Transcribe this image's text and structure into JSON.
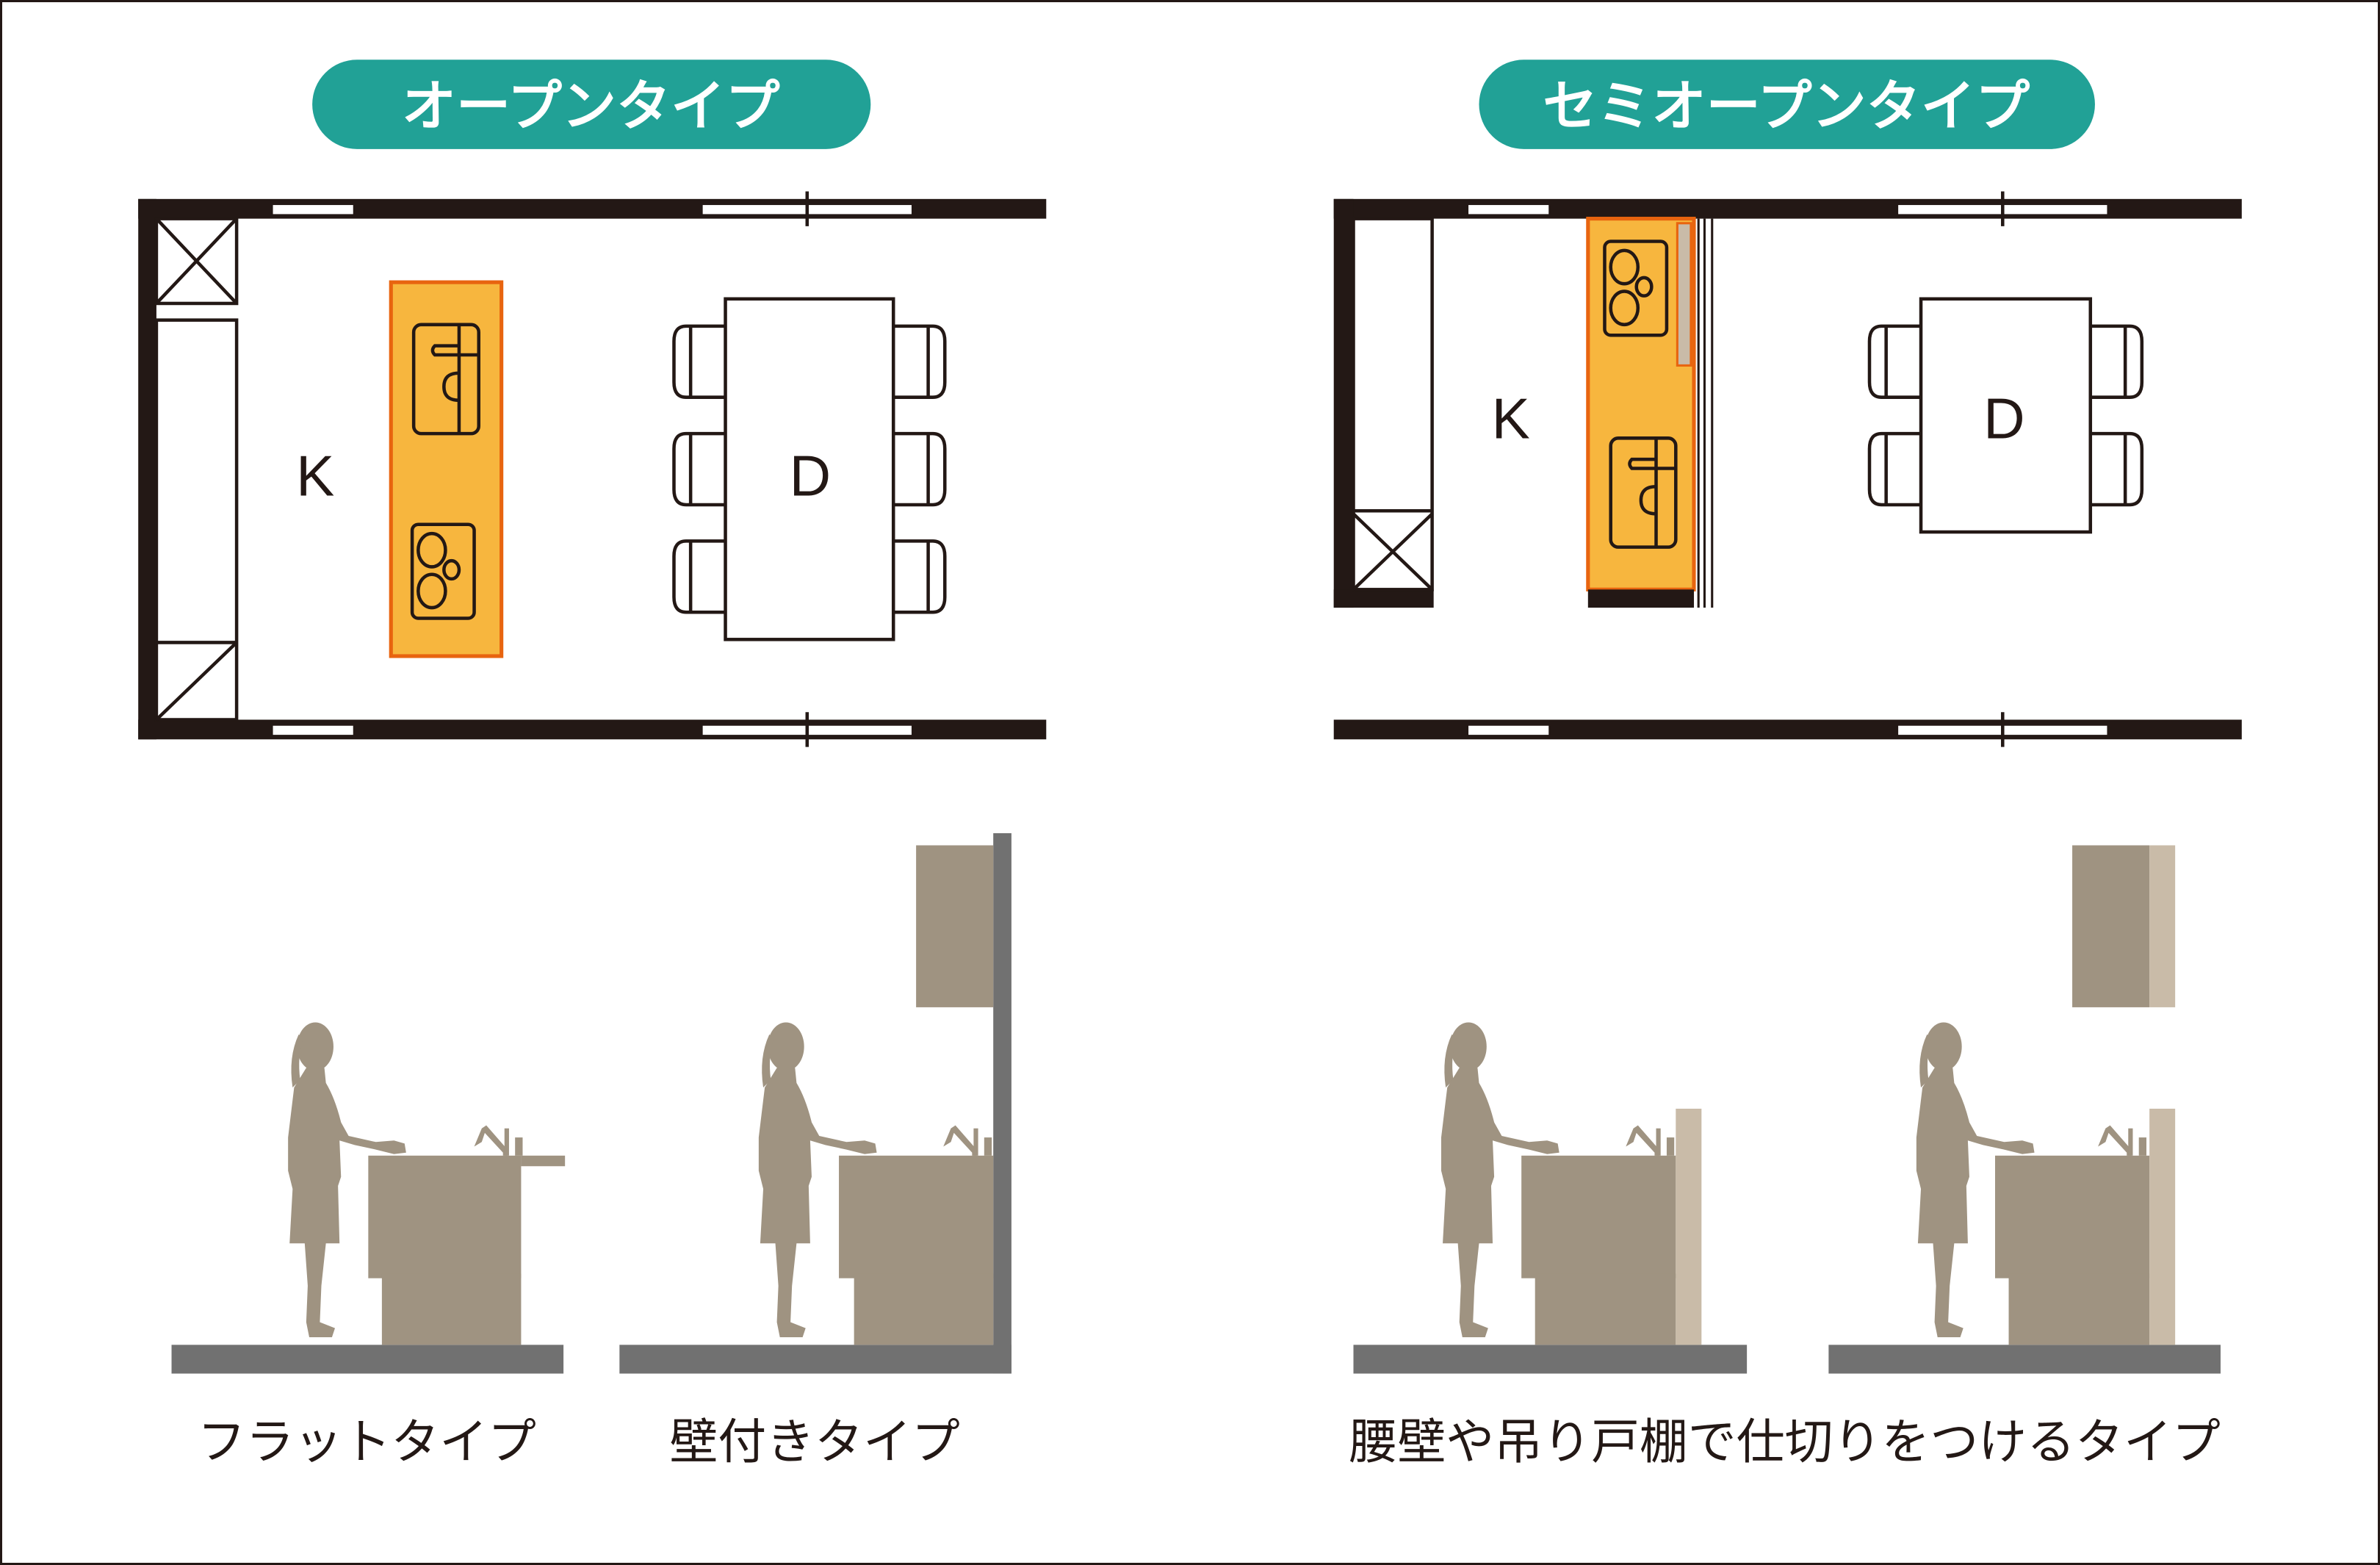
{
  "titles": {
    "open": "オープンタイプ",
    "semi_open": "セミオープンタイプ"
  },
  "plan_labels": {
    "kitchen": "K",
    "dining": "D"
  },
  "captions": {
    "flat": "フラットタイプ",
    "wall": "壁付きタイプ",
    "partition": "腰壁や吊り戸棚で仕切りをつけるタイプ"
  },
  "colors": {
    "title_pill": "#21a196",
    "island_fill": "#f7b63e",
    "island_stroke": "#e8640f",
    "silhouette": "#9f9381",
    "floor": "#717171",
    "partition": "#c9bba8",
    "wall": "#231815"
  }
}
